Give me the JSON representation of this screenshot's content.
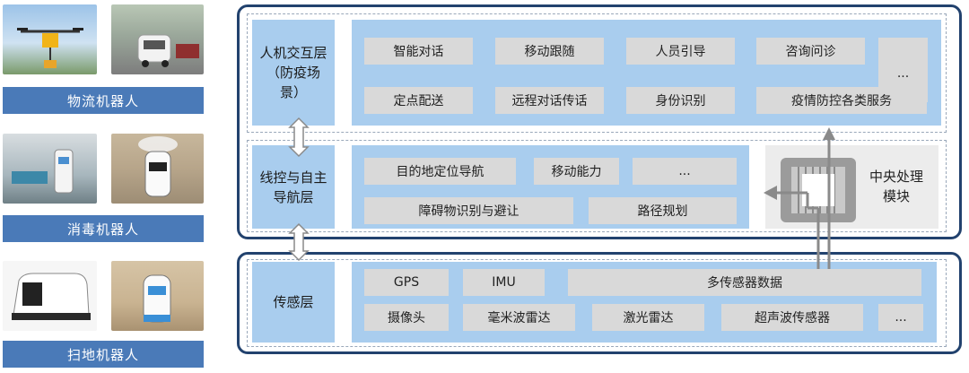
{
  "robots": [
    {
      "label": "物流机器人"
    },
    {
      "label": "消毒机器人"
    },
    {
      "label": "扫地机器人"
    }
  ],
  "layers": {
    "interaction": {
      "title": "人机交互层（防疫场景）",
      "items": [
        "智能对话",
        "移动跟随",
        "人员引导",
        "咨询问诊",
        "定点配送",
        "远程对话传话",
        "身份识别",
        "疫情防控各类服务"
      ],
      "more": "..."
    },
    "navigation": {
      "title": "线控与自主导航层",
      "items": [
        "目的地定位导航",
        "移动能力",
        "...",
        "障碍物识别与避让",
        "路径规划"
      ]
    },
    "sensing": {
      "title": "传感层",
      "items": [
        "GPS",
        "IMU",
        "多传感器数据",
        "摄像头",
        "毫米波雷达",
        "激光雷达",
        "超声波传感器",
        "..."
      ]
    }
  },
  "cpu": {
    "label": "中央处理模块"
  },
  "colors": {
    "frame": "#22426e",
    "layer": "#a9cdee",
    "chip": "#d9d9d9",
    "caption": "#4a7ab8"
  }
}
